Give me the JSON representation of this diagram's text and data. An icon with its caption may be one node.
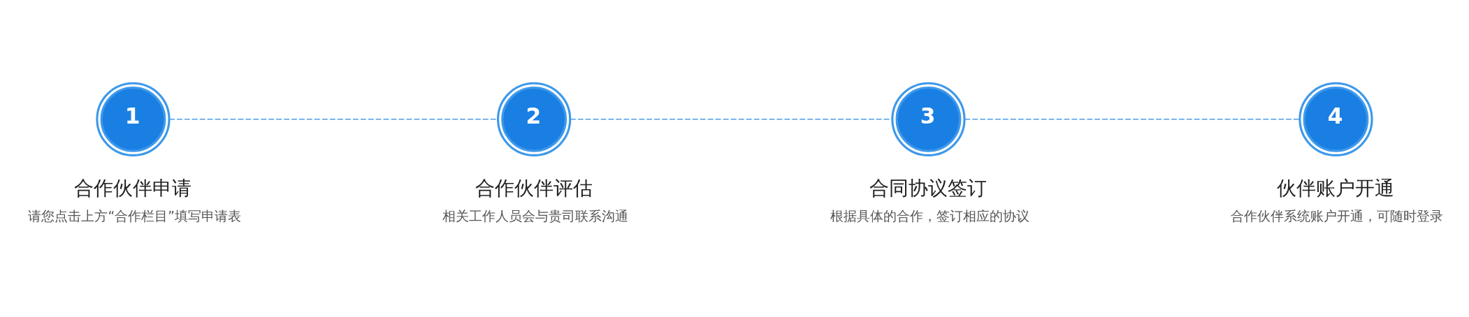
{
  "diagram": {
    "nodes": [
      {
        "text": [
          "1"
        ],
        "beside": [
          "合作伙伴申请",
          "请您点击上方“合作栏目”填写申请表"
        ]
      },
      {
        "text": [
          "2"
        ],
        "beside": [
          "合作伙伴评估",
          "相关工作人员会与贵司联系沟通"
        ]
      },
      {
        "text": [
          "3"
        ],
        "beside": [
          "合同协议签订",
          "根据具体的合作，签订相应的协议"
        ]
      },
      {
        "text": [
          "4"
        ],
        "beside": [
          "伙伴账户开通",
          "合作伙伴系统账户开通，可随时登录"
        ]
      }
    ],
    "edges": [
      {
        "from": 0,
        "to": 1,
        "arrow": "none",
        "style": "dashed"
      },
      {
        "from": 1,
        "to": 2,
        "arrow": "none",
        "style": "dashed"
      },
      {
        "from": 2,
        "to": 3,
        "arrow": "none",
        "style": "dashed"
      }
    ]
  }
}
